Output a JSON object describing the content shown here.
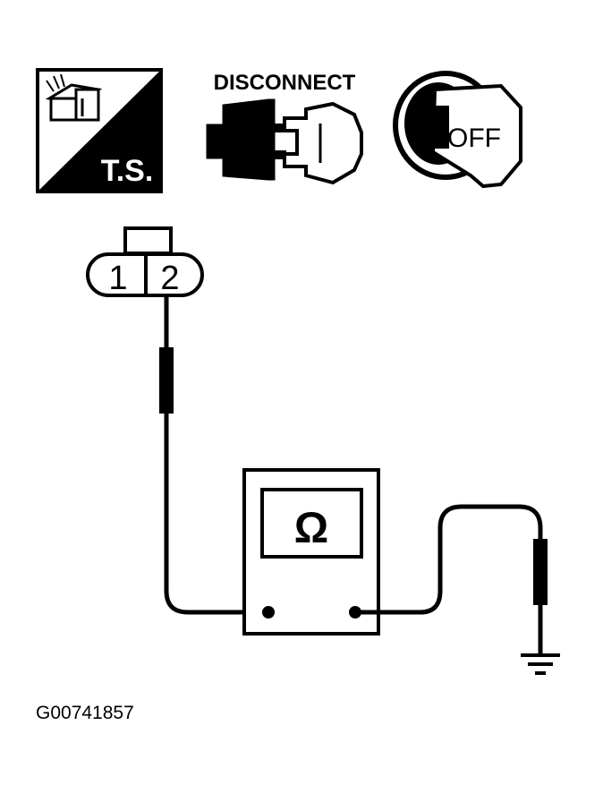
{
  "icons": {
    "ts_label": "T.S.",
    "disconnect_label": "DISCONNECT",
    "off_label": "OFF"
  },
  "connector": {
    "pin_1": "1",
    "pin_2": "2"
  },
  "meter": {
    "symbol": "Ω"
  },
  "figure_id": "G00741857",
  "colors": {
    "ink": "#000000",
    "paper": "#ffffff"
  }
}
